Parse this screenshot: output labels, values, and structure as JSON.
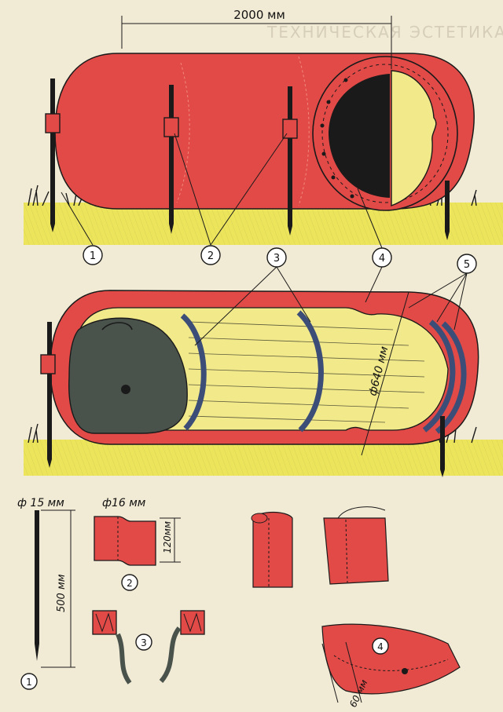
{
  "header_text": "ТЕХНИЧЕСКАЯ ЭСТЕТИКА",
  "dimensions": {
    "length": "2000 мм",
    "diameter": "ф640 мм",
    "stake_diameter": "ф 15 мм",
    "strap_diameter": "ф16 мм",
    "strap_width": "120мм",
    "stake_length": "500 мм",
    "edge_width": "60 мм"
  },
  "callouts": [
    "1",
    "2",
    "3",
    "4",
    "5"
  ],
  "detail_callouts": [
    "1",
    "2",
    "3",
    "4"
  ],
  "colors": {
    "tent_red": "#e24a47",
    "tent_yellow": "#f1e98a",
    "ground_yellow": "#ece55c",
    "dark": "#1a1a1a",
    "bag": "#4a524c",
    "hoop_blue": "#3c4d78"
  }
}
